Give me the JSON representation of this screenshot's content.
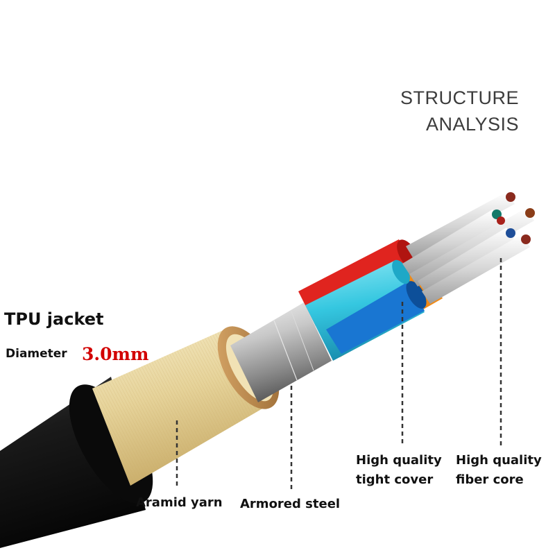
{
  "title": {
    "line1": "STRUCTURE",
    "line2": "ANALYSIS"
  },
  "labels": {
    "jacket": "TPU jacket",
    "diameter_label": "Diameter",
    "diameter_value": "3.0mm",
    "aramid": "Aramid yarn",
    "armored": "Armored steel",
    "tight_line1": "High quality",
    "tight_line2": "tight cover",
    "fiber_line1": "High quality",
    "fiber_line2": "fiber core"
  },
  "colors": {
    "jacket": "#141414",
    "aramid": "#e9d9a6",
    "steel": "#bdbdbd",
    "accent_value": "#d20000",
    "fiber_red": "#e0241f",
    "fiber_orange": "#f08a17",
    "fiber_blue": "#1976d2",
    "fiber_cyan": "#35c7e0"
  }
}
